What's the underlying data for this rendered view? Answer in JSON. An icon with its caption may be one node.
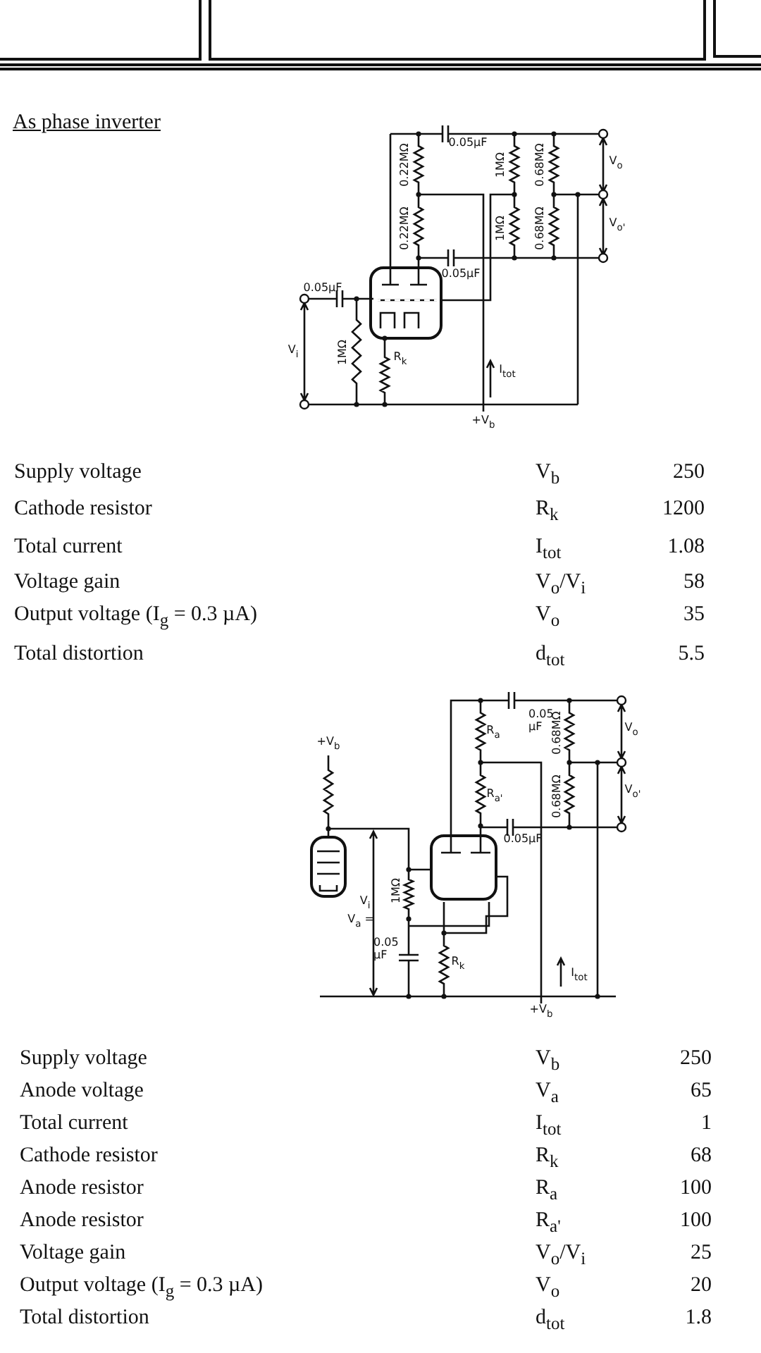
{
  "diagram": {
    "title": "As phase inverter",
    "labels": [
      "0.05µF",
      "0.22MΩ",
      "0.22MΩ",
      "1MΩ",
      "1MΩ",
      "0.68MΩ",
      "0.68MΩ",
      "V$_{o}$",
      "V$_{o'}$",
      "0.05µF",
      "0.05µF",
      "V$_{i}$",
      "1MΩ",
      "R$_{k}$",
      "I$_{tot}$",
      "+V$_{b}$",
      "Supply voltage",
      "V$_{b}$",
      "250",
      "Cathode resistor",
      "R$_{k}$",
      "1200",
      "Total current",
      "I$_{tot}$",
      "1.08",
      "Voltage gain",
      "V$_{o}$/V$_{i}$",
      "58",
      "Output voltage (I$_{g}$ = 0.3 µA)",
      "V$_{o}$",
      "35",
      "Total distortion",
      "d$_{tot}$",
      "5.5",
      "+V$_{b}$",
      "0.05 µF",
      "R$_{a}$",
      "R$_{a'}$",
      "0.68MΩ",
      "0.68MΩ",
      "V$_{o}$",
      "V$_{o'}$",
      "0.05µF",
      "V$_{i}$",
      "V$_{a}$ =",
      "1MΩ",
      "0.05 µF",
      "R$_{k}$",
      "I$_{tot}$",
      "+V$_{b}$",
      "Supply voltage",
      "V$_{b}$",
      "250",
      "Anode voltage",
      "V$_{a}$",
      "65",
      "Total current",
      "I$_{tot}$",
      "1",
      "Cathode resistor",
      "R$_{k}$",
      "68",
      "Anode resistor",
      "R$_{a}$",
      "100",
      "Anode resistor",
      "R$_{a'}$",
      "100",
      "Voltage gain",
      "V$_{o}$/V$_{i}$",
      "25",
      "Output voltage (I$_{g}$ = 0.3 µA)",
      "V$_{o}$",
      "20",
      "Total distortion",
      "d$_{tot}$",
      "1.8"
    ]
  }
}
